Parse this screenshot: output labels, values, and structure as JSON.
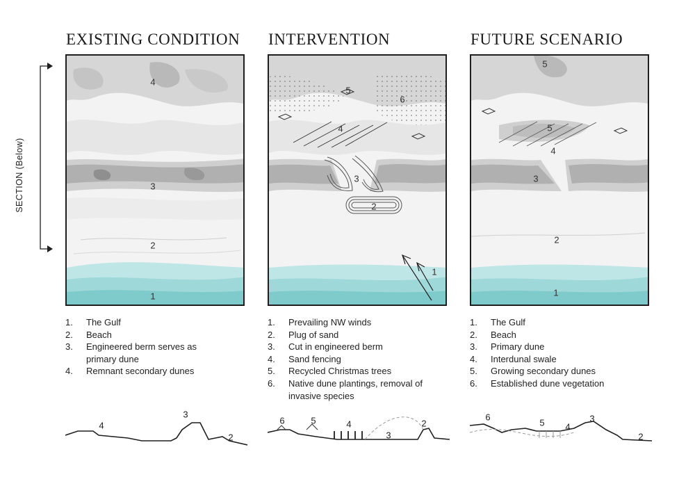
{
  "section_label": "SECTION (Below)",
  "panels": [
    {
      "title": "EXISTING CONDITION",
      "map_numbers": [
        "4",
        "3",
        "2",
        "1"
      ],
      "legend": [
        {
          "n": "1.",
          "text": "The Gulf"
        },
        {
          "n": "2.",
          "text": "Beach"
        },
        {
          "n": "3.",
          "text": "Engineered berm serves as primary dune"
        },
        {
          "n": "4.",
          "text": "Remnant secondary dunes"
        }
      ],
      "profile_numbers": [
        "4",
        "3",
        "2"
      ]
    },
    {
      "title": "INTERVENTION",
      "map_numbers": [
        "5",
        "6",
        "4",
        "3",
        "2",
        "1"
      ],
      "legend": [
        {
          "n": "1.",
          "text": "Prevailing NW winds"
        },
        {
          "n": "2.",
          "text": "Plug of sand"
        },
        {
          "n": "3.",
          "text": "Cut in engineered berm"
        },
        {
          "n": "4.",
          "text": "Sand fencing"
        },
        {
          "n": "5.",
          "text": "Recycled Christmas trees"
        },
        {
          "n": "6.",
          "text": "Native dune plantings, removal of invasive species"
        }
      ],
      "profile_numbers": [
        "6",
        "5",
        "4",
        "3",
        "2"
      ]
    },
    {
      "title": "FUTURE SCENARIO",
      "map_numbers": [
        "5",
        "5",
        "4",
        "3",
        "2",
        "1"
      ],
      "legend": [
        {
          "n": "1.",
          "text": "The Gulf"
        },
        {
          "n": "2.",
          "text": "Beach"
        },
        {
          "n": "3.",
          "text": "Primary dune"
        },
        {
          "n": "4.",
          "text": "Interdunal swale"
        },
        {
          "n": "5.",
          "text": "Growing secondary dunes"
        },
        {
          "n": "6.",
          "text": "Established dune vegetation"
        }
      ],
      "profile_numbers": [
        "6",
        "5",
        "4",
        "3",
        "2"
      ]
    }
  ],
  "colors": {
    "water_light": "#bfe6e6",
    "water_mid": "#9fd8d8",
    "water_dark": "#7fcaca",
    "dune": "#b8b8b8",
    "line": "#1e1e1e"
  }
}
